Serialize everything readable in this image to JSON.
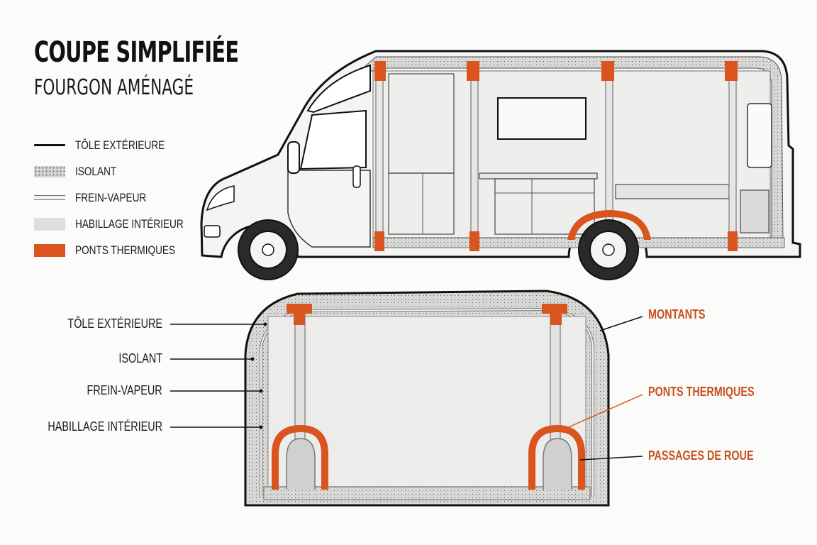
{
  "title": "COUPE SIMPLIFIÉE",
  "subtitle": "FOURGON AMÉNAGÉ",
  "legend": [
    {
      "label": "TÔLE EXTÉRIEURE",
      "swatch": "tole"
    },
    {
      "label": "ISOLANT",
      "swatch": "isolant"
    },
    {
      "label": "FREIN-VAPEUR",
      "swatch": "frein"
    },
    {
      "label": "HABILLAGE INTÉRIEUR",
      "swatch": "habillage"
    },
    {
      "label": "PONTS THERMIQUES",
      "swatch": "ponts"
    }
  ],
  "section_callouts_left": [
    "TÔLE EXTÉRIEURE",
    "ISOLANT",
    "FREIN-VAPEUR",
    "HABILLAGE INTÉRIEUR"
  ],
  "section_callouts_right": [
    "MONTANTS",
    "PONTS THERMIQUES",
    "PASSAGES DE ROUE"
  ],
  "colors": {
    "thermal_bridge": "#d9541e",
    "accent_text": "#c8501c",
    "outline": "#111111",
    "insulation": "#d4d4d2",
    "interior": "#eeeeec"
  }
}
